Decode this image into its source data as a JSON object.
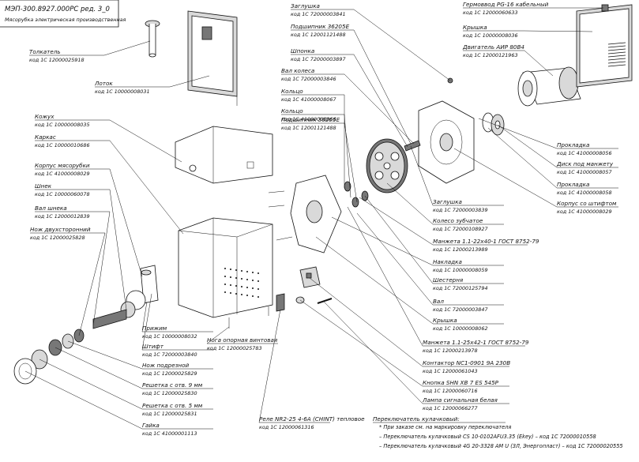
{
  "title": {
    "code": "МЭП-300.8927.000РС ред. 3_0",
    "subtitle": "Мясорубка электрическая производственная"
  },
  "parts": [
    {
      "id": "tolkatel",
      "name": "Толкатель",
      "code": "код 1С 12000025918"
    },
    {
      "id": "lotok",
      "name": "Лоток",
      "code": "код 1С 10000008031"
    },
    {
      "id": "kozhuh",
      "name": "Кожух",
      "code": "код 1С 10000008035"
    },
    {
      "id": "karkas",
      "name": "Каркас",
      "code": "код 1С 10000010686"
    },
    {
      "id": "korpus-myasorubki",
      "name": "Корпус мясорубки",
      "code": "код 1С 41000008029"
    },
    {
      "id": "shnek",
      "name": "Шнек",
      "code": "код 1С 10000060078"
    },
    {
      "id": "val-shneka",
      "name": "Вал шнека",
      "code": "код 1С 12000012839"
    },
    {
      "id": "nozh",
      "name": "Нож двухсторонний",
      "code": "код 1С 12000025828"
    },
    {
      "id": "prizhim",
      "name": "Прижим",
      "code": "код 1С 10000008032"
    },
    {
      "id": "shtift",
      "name": "Штифт",
      "code": "код 1С 72000003840"
    },
    {
      "id": "nozh-podreznoy",
      "name": "Нож подрезной",
      "code": "код 1С 12000025829"
    },
    {
      "id": "reshetka-9",
      "name": "Решетка с отв. 9 мм",
      "code": "код 1С 12000025830"
    },
    {
      "id": "reshetka-5",
      "name": "Решетка с отв. 5 мм",
      "code": "код 1С 12000025831"
    },
    {
      "id": "gayka",
      "name": "Гайка",
      "code": "код 1С 41000001113"
    },
    {
      "id": "noga",
      "name": "Нога опорная винтовая",
      "code": "код 1С 12000025783"
    },
    {
      "id": "rele",
      "name": "Реле NR2-25 4-6А (CHINT) тепловое",
      "code": "код 1С 12000061316"
    },
    {
      "id": "zaglushka-top",
      "name": "Заглушка",
      "code": "код 1С 72000003841"
    },
    {
      "id": "podshipnik-1",
      "name": "Подшипник 36205Е",
      "code": "код 1С 12001121488"
    },
    {
      "id": "shponka",
      "name": "Шпонка",
      "code": "код 1С 72000003897"
    },
    {
      "id": "val-kolesa",
      "name": "Вал колеса",
      "code": "код 1С 72000003846"
    },
    {
      "id": "kolco-1",
      "name": "Кольцо",
      "code": "код 1С 41000008067"
    },
    {
      "id": "kolco-2",
      "name": "Кольцо",
      "code": "код 1С 41000008066"
    },
    {
      "id": "podshipnik-2",
      "name": "Подшипник 36205Е",
      "code": "код 1С 12001121488"
    },
    {
      "id": "germovvod",
      "name": "Гермоввод PG-16 кабельный",
      "code": "код 1С 12000060633"
    },
    {
      "id": "kryshka-top",
      "name": "Крышка",
      "code": "код 1С 10000008036"
    },
    {
      "id": "dvigatel",
      "name": "Двигатель АИР 80В4",
      "code": "код 1С 12000121963"
    },
    {
      "id": "prokladka-1",
      "name": "Прокладка",
      "code": "код 1С 41000008056"
    },
    {
      "id": "disk",
      "name": "Диск под манжету",
      "code": "код 1С 41000008057"
    },
    {
      "id": "prokladka-2",
      "name": "Прокладка",
      "code": "код 1С 41000008058"
    },
    {
      "id": "korpus-shtift",
      "name": "Корпус со штифтом",
      "code": "код 1С 41000008029"
    },
    {
      "id": "zaglushka-mid",
      "name": "Заглушка",
      "code": "код 1С 72000003839"
    },
    {
      "id": "koleso",
      "name": "Колесо зубчатое",
      "code": "код 1С 72000108927"
    },
    {
      "id": "manzheta-1",
      "name": "Манжета 1.1-22х40-1 ГОСТ 8752-79",
      "code": "код 1С 12000213989"
    },
    {
      "id": "nakladka",
      "name": "Накладка",
      "code": "код 1С 10000008059"
    },
    {
      "id": "shesternya",
      "name": "Шестерня",
      "code": "код 1С 72000125794"
    },
    {
      "id": "val",
      "name": "Вал",
      "code": "код 1С 72000003847"
    },
    {
      "id": "kryshka-bot",
      "name": "Крышка",
      "code": "код 1С 10000008062"
    },
    {
      "id": "manzheta-2",
      "name": "Манжета 1.1-25х42-1 ГОСТ 8752-79",
      "code": "код 1С 12000213978"
    },
    {
      "id": "kontaktor",
      "name": "Контактор NC1-0901 9А 230В",
      "code": "код 1С 12000061043"
    },
    {
      "id": "knopka",
      "name": "Кнопка SHN XB 7 ES 545P",
      "code": "код 1С 12000060716"
    },
    {
      "id": "lampa",
      "name": "Лампа сигнальная белая",
      "code": "код 1С 12000066277"
    }
  ],
  "switch_note": {
    "heading": "Переключатель кулачковый:",
    "lines": [
      "* При заказе см. на маркировку переключателя",
      "– Переключатель кулачковый CS 10-0102АFU3.35 (Ekey) – код 1С 72000010558",
      "– Переключатель кулачковый 4G 20-3328 AM U (ЗЛ, Энергопласт) – код 1С 72000020555"
    ]
  }
}
